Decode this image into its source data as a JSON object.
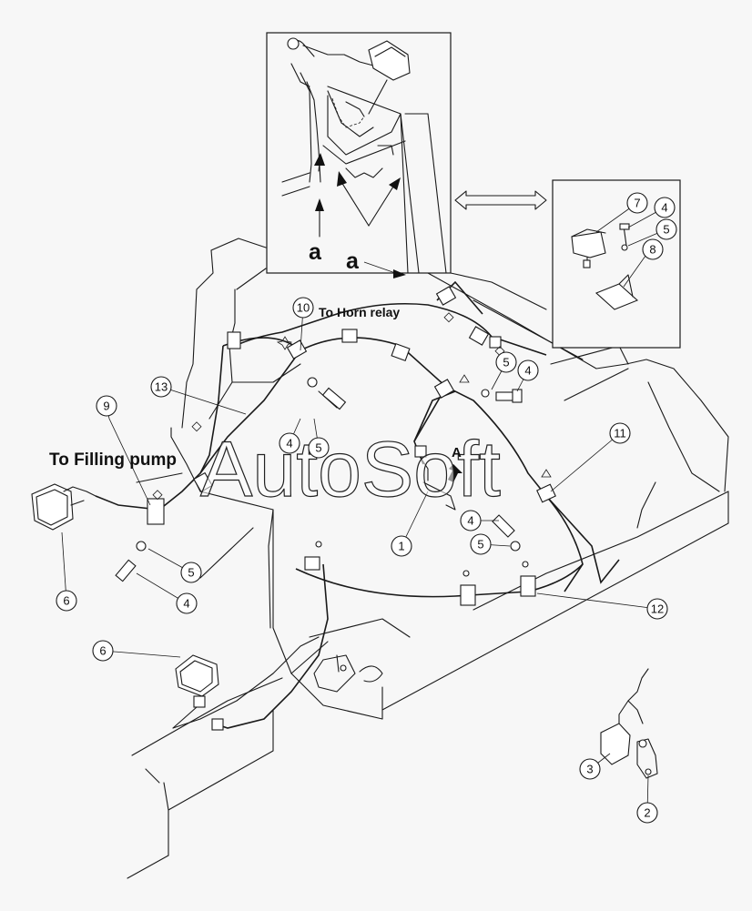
{
  "labels": {
    "filling_pump": "To Filling pump",
    "horn_relay": "To Horn relay",
    "view_a": "A",
    "ref_a_detail": "a",
    "ref_a_main": "a"
  },
  "watermark": "AutoSoft",
  "callouts": [
    {
      "id": "c1",
      "text": "1"
    },
    {
      "id": "c2",
      "text": "2"
    },
    {
      "id": "c3",
      "text": "3"
    },
    {
      "id": "c4a",
      "text": "4"
    },
    {
      "id": "c4b",
      "text": "4"
    },
    {
      "id": "c4c",
      "text": "4"
    },
    {
      "id": "c4d",
      "text": "4"
    },
    {
      "id": "c4e",
      "text": "4"
    },
    {
      "id": "c5a",
      "text": "5"
    },
    {
      "id": "c5b",
      "text": "5"
    },
    {
      "id": "c5c",
      "text": "5"
    },
    {
      "id": "c5d",
      "text": "5"
    },
    {
      "id": "c5e",
      "text": "5"
    },
    {
      "id": "c6a",
      "text": "6"
    },
    {
      "id": "c6b",
      "text": "6"
    },
    {
      "id": "c7",
      "text": "7"
    },
    {
      "id": "c8",
      "text": "8"
    },
    {
      "id": "c9",
      "text": "9"
    },
    {
      "id": "c10",
      "text": "10"
    },
    {
      "id": "c11",
      "text": "11"
    },
    {
      "id": "c12",
      "text": "12"
    },
    {
      "id": "c13",
      "text": "13"
    }
  ],
  "colors": {
    "line": "#1a1a1a",
    "background": "#f7f7f7"
  }
}
